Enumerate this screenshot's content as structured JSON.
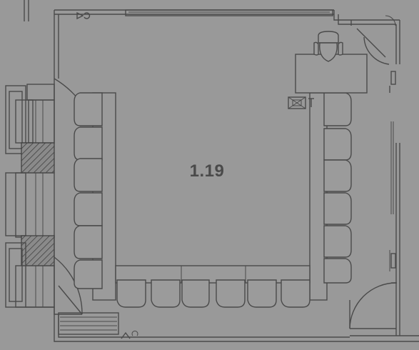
{
  "room": {
    "number": "1.19"
  },
  "colors": {
    "background": "#999999",
    "linework": "#4a4a4a",
    "hatch": "#3c3c3c"
  },
  "furniture": {
    "left_chairs": 6,
    "right_chairs": 6,
    "bottom_chairs": 6,
    "desk_chairs": 1
  }
}
